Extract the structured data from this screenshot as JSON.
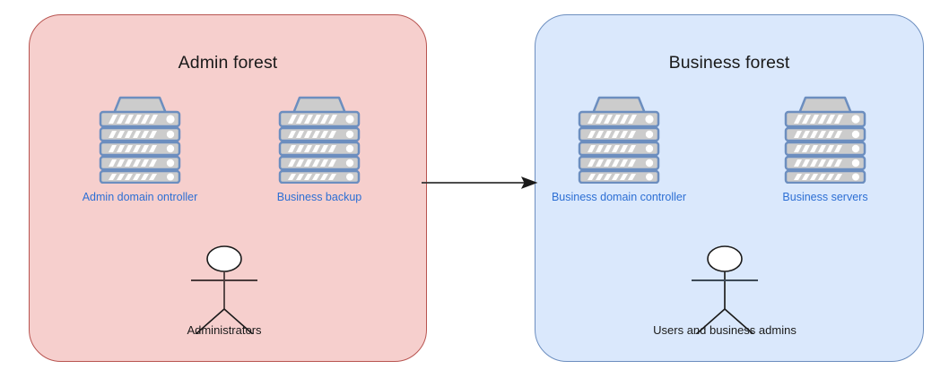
{
  "diagram": {
    "title": "Active Directory admin forest trust diagram",
    "background": "#ffffff",
    "colors": {
      "admin_fill": "#f6cfcd",
      "admin_stroke": "#b85450",
      "business_fill": "#dae8fc",
      "business_stroke": "#6c8ebf",
      "server_body": "#cccccc",
      "server_stroke": "#6c8ebf",
      "server_stripe": "#ffffff",
      "label_blue": "#2d6fd4",
      "label_dark": "#1a1a1a",
      "arrow": "#333333"
    },
    "forests": [
      {
        "id": "admin-forest",
        "title": "Admin forest",
        "servers": [
          {
            "id": "admin-domain-controller",
            "label": "Admin domain ontroller",
            "units": 5
          },
          {
            "id": "business-backup",
            "label": "Business backup",
            "units": 5
          }
        ],
        "actors": [
          {
            "id": "administrators",
            "label": "Administrators"
          }
        ]
      },
      {
        "id": "business-forest",
        "title": "Business forest",
        "servers": [
          {
            "id": "business-domain-controller",
            "label": "Business domain controller",
            "units": 5
          },
          {
            "id": "business-servers",
            "label": "Business servers",
            "units": 5
          }
        ],
        "actors": [
          {
            "id": "users-and-business-admins",
            "label": "Users and business admins"
          }
        ]
      }
    ],
    "connector": {
      "id": "trust-arrow",
      "label": "",
      "from": "admin-forest",
      "to": "business-forest",
      "direction": "right",
      "style": "solid"
    }
  }
}
